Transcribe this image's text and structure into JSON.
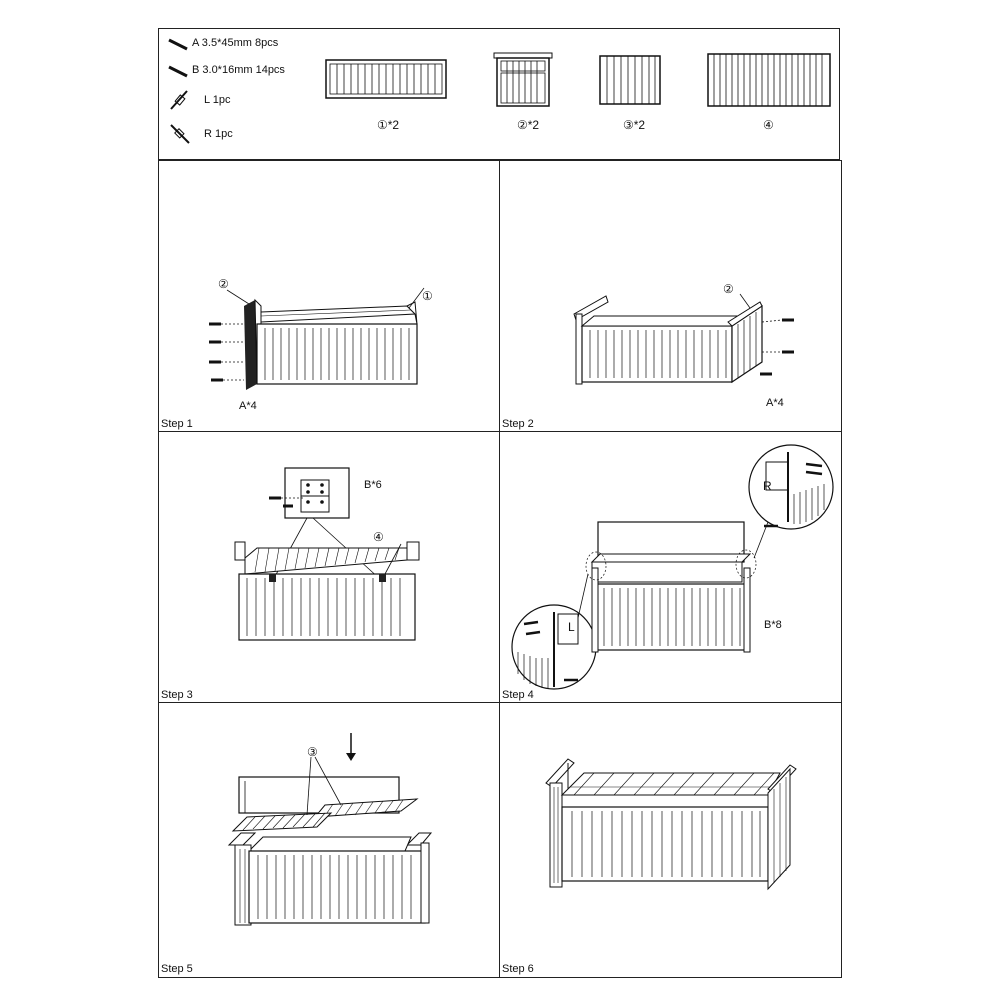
{
  "hardware": [
    {
      "id": "A",
      "text": "A 3.5*45mm  8pcs",
      "icon": "screw-icon"
    },
    {
      "id": "B",
      "text": "B 3.0*16mm  14pcs",
      "icon": "screw-icon"
    },
    {
      "id": "L",
      "text": "L 1pc",
      "icon": "hinge-left-icon"
    },
    {
      "id": "R",
      "text": "R 1pc",
      "icon": "hinge-right-icon"
    }
  ],
  "parts": [
    {
      "num": "①",
      "qty": "*2"
    },
    {
      "num": "②",
      "qty": "*2"
    },
    {
      "num": "③",
      "qty": "*2"
    },
    {
      "num": "④",
      "qty": ""
    }
  ],
  "steps": [
    {
      "label": "Step 1",
      "callouts": [
        "②",
        "①"
      ],
      "count": "A*4"
    },
    {
      "label": "Step 2",
      "callouts": [
        "②"
      ],
      "count": "A*4"
    },
    {
      "label": "Step 3",
      "callouts": [
        "④"
      ],
      "count": "B*6"
    },
    {
      "label": "Step 4",
      "callouts": [
        "R",
        "L"
      ],
      "count": "B*8"
    },
    {
      "label": "Step 5",
      "callouts": [
        "③"
      ],
      "count": ""
    },
    {
      "label": "Step 6",
      "callouts": [],
      "count": ""
    }
  ]
}
